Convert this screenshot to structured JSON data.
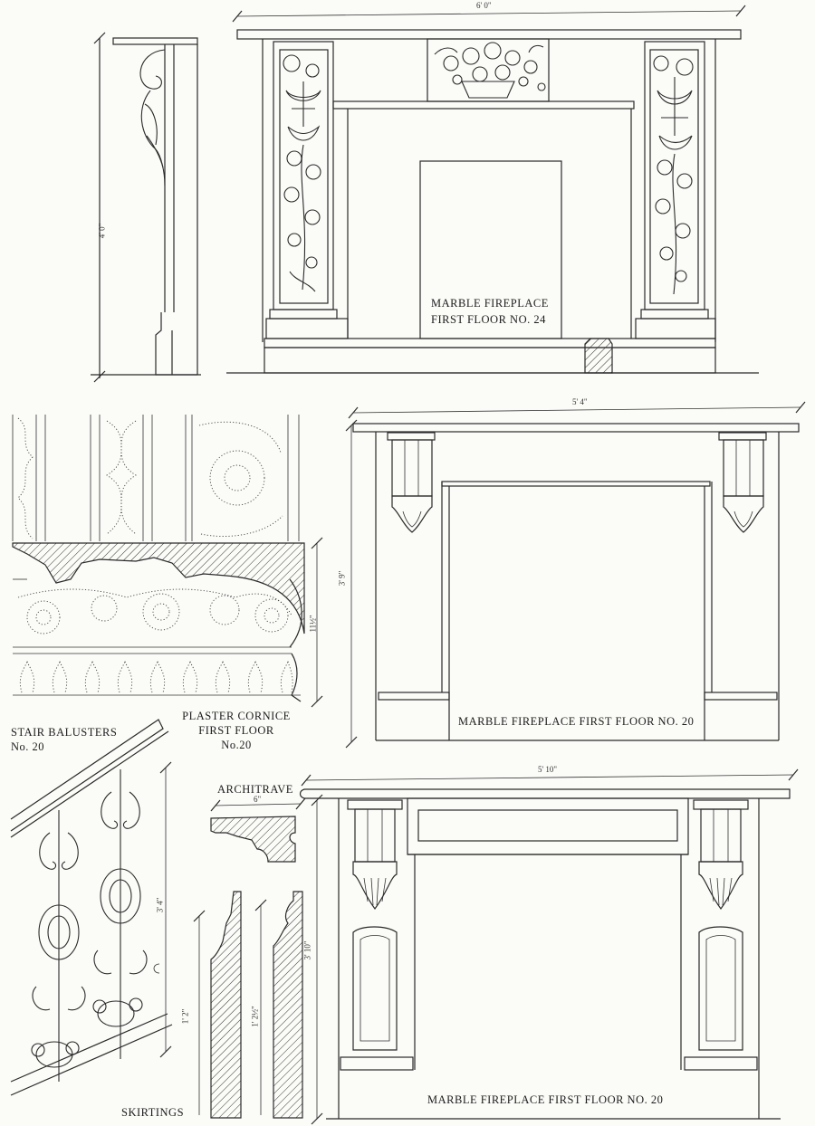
{
  "drawings": {
    "fireplace_no24": {
      "label_line1": "MARBLE FIREPLACE",
      "label_line2": "FIRST FLOOR  No. 24",
      "width_dim": "6' 0\"",
      "height_dim": "4' 0\""
    },
    "fireplace_no20_upper": {
      "label": "MARBLE FIREPLACE FIRST FLOOR  No. 20",
      "width_dim": "5' 4\"",
      "height_dim": "3' 9\""
    },
    "fireplace_no20_lower": {
      "label": "MARBLE FIREPLACE FIRST FLOOR  No. 20",
      "width_dim": "5' 10\"",
      "height_dim": "3' 10\""
    },
    "plaster_cornice": {
      "label_line1": "PLASTER CORNICE",
      "label_line2": "FIRST FLOOR",
      "label_line3": "No.20",
      "height_dim": "11½\""
    },
    "stair_balusters": {
      "label_line1": "STAIR BALUSTERS",
      "label_line2": "No. 20",
      "height_dim": "3' 4\""
    },
    "architrave": {
      "label": "ARCHITRAVE",
      "width_dim": "6\""
    },
    "skirtings": {
      "label": "SKIRTINGS",
      "dim_left": "1' 2\"",
      "dim_right": "1' 2½\""
    }
  },
  "colors": {
    "paper": "#fbfbf8",
    "ink": "#2a2a2a"
  }
}
